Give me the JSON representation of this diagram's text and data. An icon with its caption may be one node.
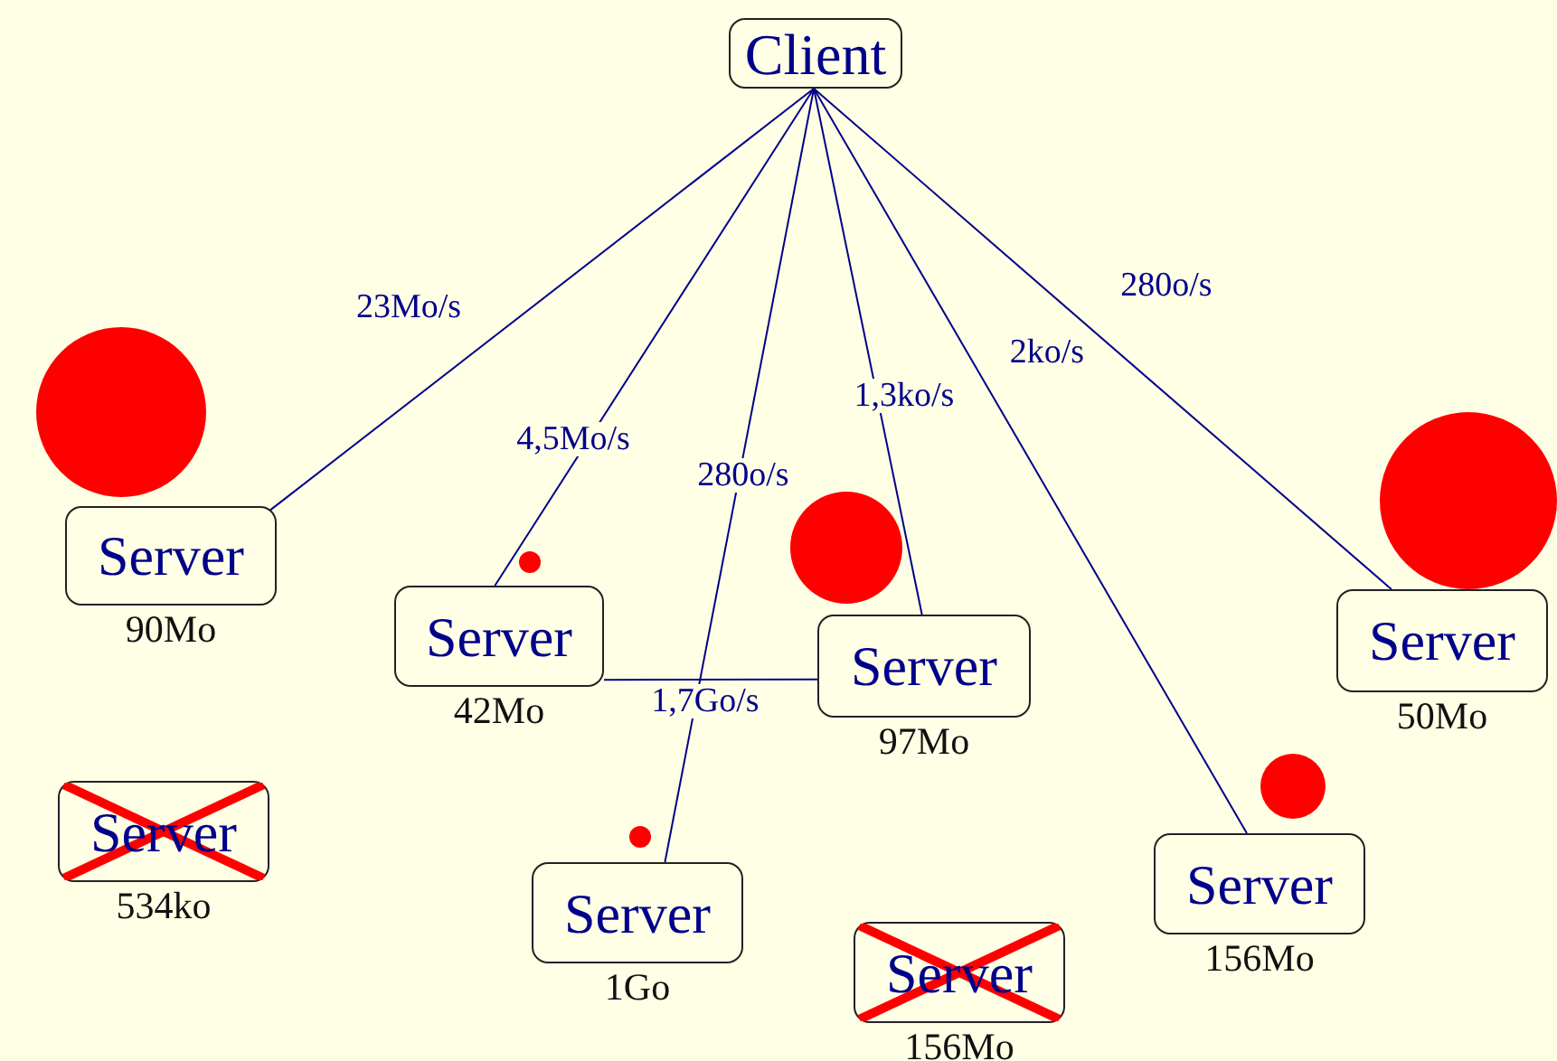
{
  "diagram": {
    "nodes": [
      {
        "text": [
          "Client"
        ]
      },
      {
        "text": [
          "Server"
        ],
        "beside": [
          "90Mo"
        ]
      },
      {
        "text": [
          "Server"
        ],
        "beside": [
          "42Mo"
        ]
      },
      {
        "text": [
          "Server"
        ],
        "beside": [
          "97Mo"
        ]
      },
      {
        "text": [
          "Server"
        ],
        "beside": [
          "50Mo"
        ]
      },
      {
        "text": [
          "Server"
        ],
        "beside": [
          "534ko"
        ]
      },
      {
        "text": [
          "Server"
        ],
        "beside": [
          "1Go"
        ]
      },
      {
        "text": [
          "Server"
        ],
        "beside": [
          "156Mo"
        ]
      },
      {
        "text": [
          "Server"
        ],
        "beside": [
          "156Mo"
        ]
      },
      {
        "text": [],
        "shape": "circle"
      },
      {
        "text": [],
        "shape": "circle"
      },
      {
        "text": [],
        "shape": "circle"
      },
      {
        "text": [],
        "shape": "circle"
      },
      {
        "text": [],
        "shape": "circle"
      },
      {
        "text": [],
        "shape": "circle"
      }
    ],
    "edges": [
      {
        "from": 0,
        "to": 1,
        "arrow": "none",
        "label": "23Mo/s"
      },
      {
        "from": 0,
        "to": 2,
        "arrow": "none",
        "label": "4,5Mo/s"
      },
      {
        "from": 0,
        "to": 6,
        "arrow": "none",
        "label": "280o/s"
      },
      {
        "from": 0,
        "to": 3,
        "arrow": "none",
        "label": "1,3ko/s"
      },
      {
        "from": 0,
        "to": 7,
        "arrow": "none",
        "label": "2ko/s"
      },
      {
        "from": 0,
        "to": 4,
        "arrow": "none",
        "label": "280o/s"
      },
      {
        "from": 2,
        "to": 3,
        "arrow": "none",
        "label": "1,7Go/s"
      }
    ]
  }
}
